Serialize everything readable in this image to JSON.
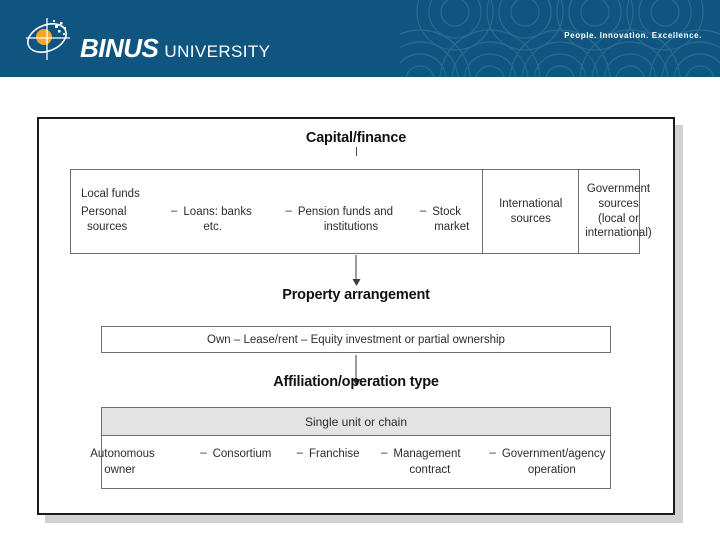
{
  "header": {
    "brand_name": "BINUS",
    "brand_suffix": "UNIVERSITY",
    "tagline": "People. Innovation. Excellence.",
    "logo_icon": "binus-orbit-logo-icon",
    "background_color": "#0f5580",
    "pattern_icon": "concentric-arcs-pattern-icon"
  },
  "diagram": {
    "sections": [
      {
        "title": "Capital/finance",
        "columns": [
          {
            "heading": "Local funds",
            "items": [
              {
                "line1": "Personal",
                "line2": "sources"
              },
              {
                "line1": "Loans: banks",
                "line2": "etc."
              },
              {
                "line1": "Pension funds and",
                "line2": "institutions"
              },
              {
                "line1": "Stock",
                "line2": "market"
              }
            ],
            "separator": "–"
          },
          {
            "label": "International sources"
          },
          {
            "label": "Government sources (local or international)"
          }
        ]
      },
      {
        "title": "Property arrangement",
        "body": "Own – Lease/rent – Equity investment or partial ownership"
      },
      {
        "title": "Affiliation/operation type",
        "head": "Single unit or chain",
        "items": [
          {
            "line1": "Autonomous",
            "line2": "owner"
          },
          {
            "line1": "Consortium",
            "line2": ""
          },
          {
            "line1": "Franchise",
            "line2": ""
          },
          {
            "line1": "Management",
            "line2": "contract"
          },
          {
            "line1": "Government/agency",
            "line2": "operation"
          }
        ],
        "separator": "–"
      }
    ],
    "shade_color": "#e3e3e3",
    "border_color": "#1b1b1b"
  }
}
